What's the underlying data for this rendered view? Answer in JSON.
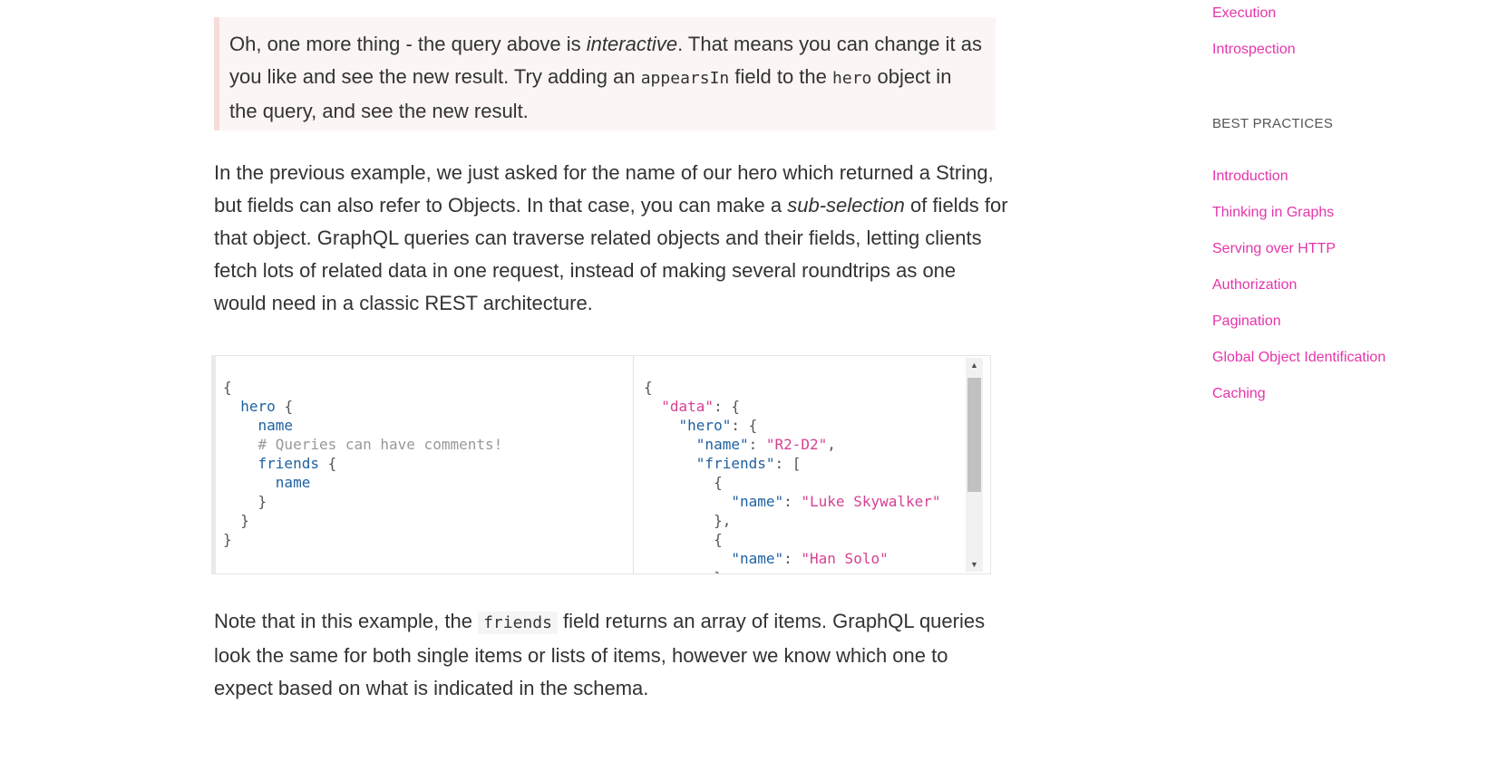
{
  "note": {
    "before_em": "Oh, one more thing - the query above is ",
    "em": "interactive",
    "after_em": ". That means you can change it as you like and see the new result. Try adding an ",
    "code1": "appearsIn",
    "middle": " field to the ",
    "code2": "hero",
    "end": " object in the query, and see the new result."
  },
  "para1": {
    "before_em": "In the previous example, we just asked for the name of our hero which returned a String, but fields can also refer to Objects. In that case, you can make a ",
    "em": "sub-selection",
    "after_em": " of fields for that object. GraphQL queries can traverse related objects and their fields, letting clients fetch lots of related data in one request, instead of making several roundtrips as one would need in a classic REST architecture."
  },
  "para2": {
    "before_code": "Note that in this example, the ",
    "code": "friends",
    "after_code": " field returns an array of items. GraphQL queries look the same for both single items or lists of items, however we know which one to expect based on what is indicated in the schema."
  },
  "query": {
    "brace_open": "{",
    "hero": "hero",
    "name": "name",
    "comment": "# Queries can have comments!",
    "friends": "friends",
    "friend_name": "name",
    "brace": "{",
    "close": "}"
  },
  "result": {
    "data_key": "\"data\"",
    "hero_key": "\"hero\"",
    "name_key": "\"name\"",
    "name_val": "\"R2-D2\"",
    "friends_key": "\"friends\"",
    "friend1": "\"Luke Skywalker\"",
    "friend2": "\"Han Solo\""
  },
  "sidebar": {
    "top_links": [
      "Execution",
      "Introspection"
    ],
    "heading": "BEST PRACTICES",
    "links": [
      "Introduction",
      "Thinking in Graphs",
      "Serving over HTTP",
      "Authorization",
      "Pagination",
      "Global Object Identification",
      "Caching"
    ]
  },
  "colors": {
    "accent": "#e535ab",
    "keyword": "#1f61a0",
    "string": "#d64292"
  }
}
